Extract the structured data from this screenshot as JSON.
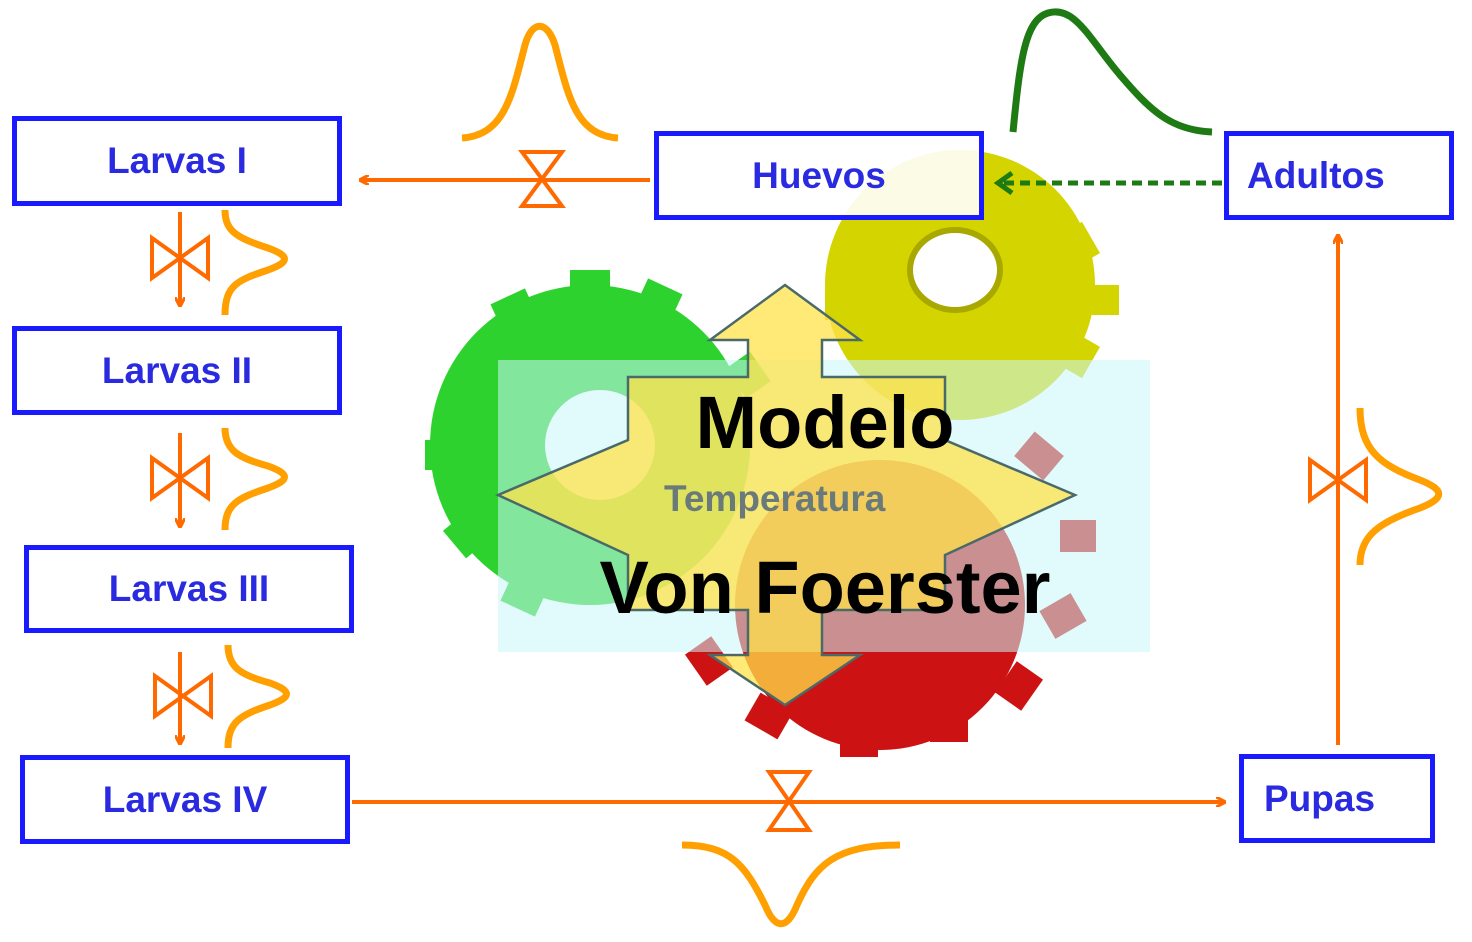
{
  "stages": {
    "larvas_1": "Larvas I",
    "larvas_2": "Larvas II",
    "larvas_3": "Larvas III",
    "larvas_4": "Larvas IV",
    "huevos": "Huevos",
    "adultos": "Adultos",
    "pupas": "Pupas"
  },
  "center": {
    "line1": "Modelo",
    "line2": "Von Foerster",
    "variable": "Temperatura"
  },
  "colors": {
    "box_border": "#1a1aff",
    "box_text": "#2a2ae0",
    "flow_arrow": "#ff6a00",
    "distribution_curve": "#ffa000",
    "adult_curve": "#1e7a12",
    "gear_green": "#2ed22e",
    "gear_yellow": "#d4d400",
    "gear_red": "#cc1212",
    "center_arrow": "#ffcc00",
    "overlay": "#c8f5f8"
  },
  "icons": [
    "gear-icon",
    "valve-icon",
    "four-way-arrow-icon"
  ]
}
